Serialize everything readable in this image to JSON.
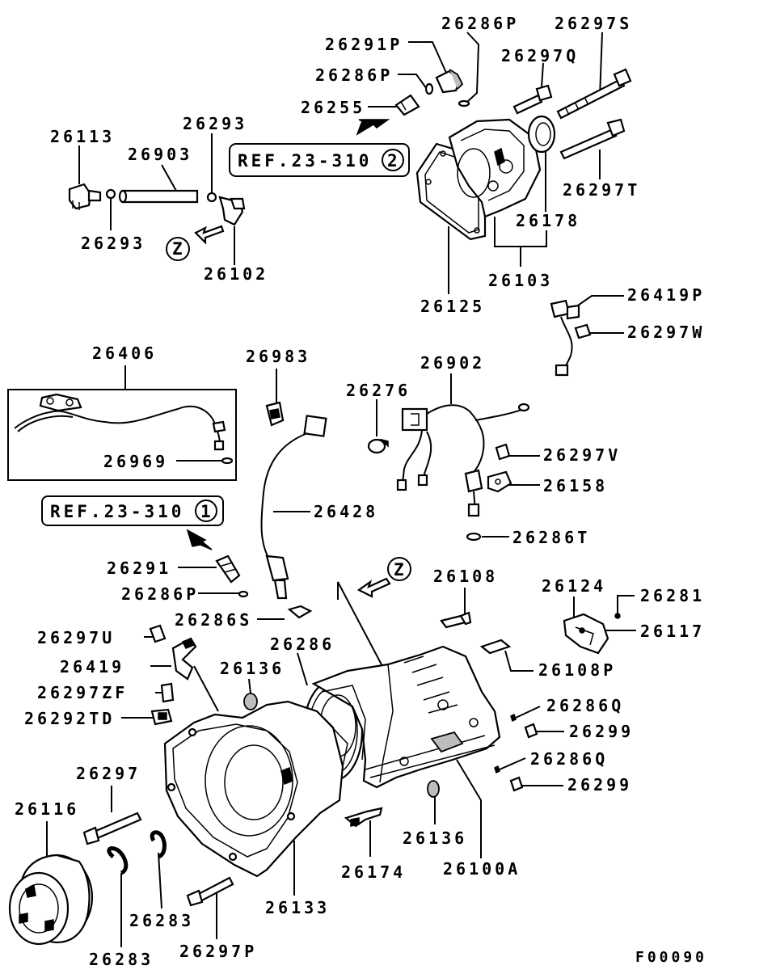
{
  "labels": {
    "p26286P_top": "26286P",
    "p26297S": "26297S",
    "p26291P": "26291P",
    "p26297Q": "26297Q",
    "p26286P_mid": "26286P",
    "p26255": "26255",
    "p26113": "26113",
    "p26293_top": "26293",
    "p26903": "26903",
    "p26293_bot": "26293",
    "p26102": "26102",
    "p26297T": "26297T",
    "p26178": "26178",
    "p26103": "26103",
    "p26125": "26125",
    "p26419P": "26419P",
    "p26297W": "26297W",
    "p26406": "26406",
    "p26983": "26983",
    "p26902": "26902",
    "p26276": "26276",
    "p26969": "26969",
    "p26297V": "26297V",
    "p26158": "26158",
    "p26428": "26428",
    "p26286T": "26286T",
    "p26291": "26291",
    "p26286P_low": "26286P",
    "p26108": "26108",
    "p26124": "26124",
    "p26281": "26281",
    "p26286S": "26286S",
    "p26117": "26117",
    "p26297U": "26297U",
    "p26286": "26286",
    "p26419": "26419",
    "p26108P": "26108P",
    "p26136_a": "26136",
    "p26297ZF": "26297ZF",
    "p26286Q_a": "26286Q",
    "p26292TD": "26292TD",
    "p26299_a": "26299",
    "p26286Q_b": "26286Q",
    "p26297": "26297",
    "p26299_b": "26299",
    "p26116": "26116",
    "p26136_b": "26136",
    "p26100A": "26100A",
    "p26174": "26174",
    "p26133": "26133",
    "p26283_a": "26283",
    "p26283_b": "26283",
    "p26297P": "26297P"
  },
  "references": {
    "ref_top": "REF.23-310",
    "ref_top_num": "2",
    "ref_mid": "REF.23-310",
    "ref_mid_num": "1"
  },
  "view_markers": {
    "z_left": "Z",
    "z_right": "Z"
  },
  "figure_code": "F00090"
}
